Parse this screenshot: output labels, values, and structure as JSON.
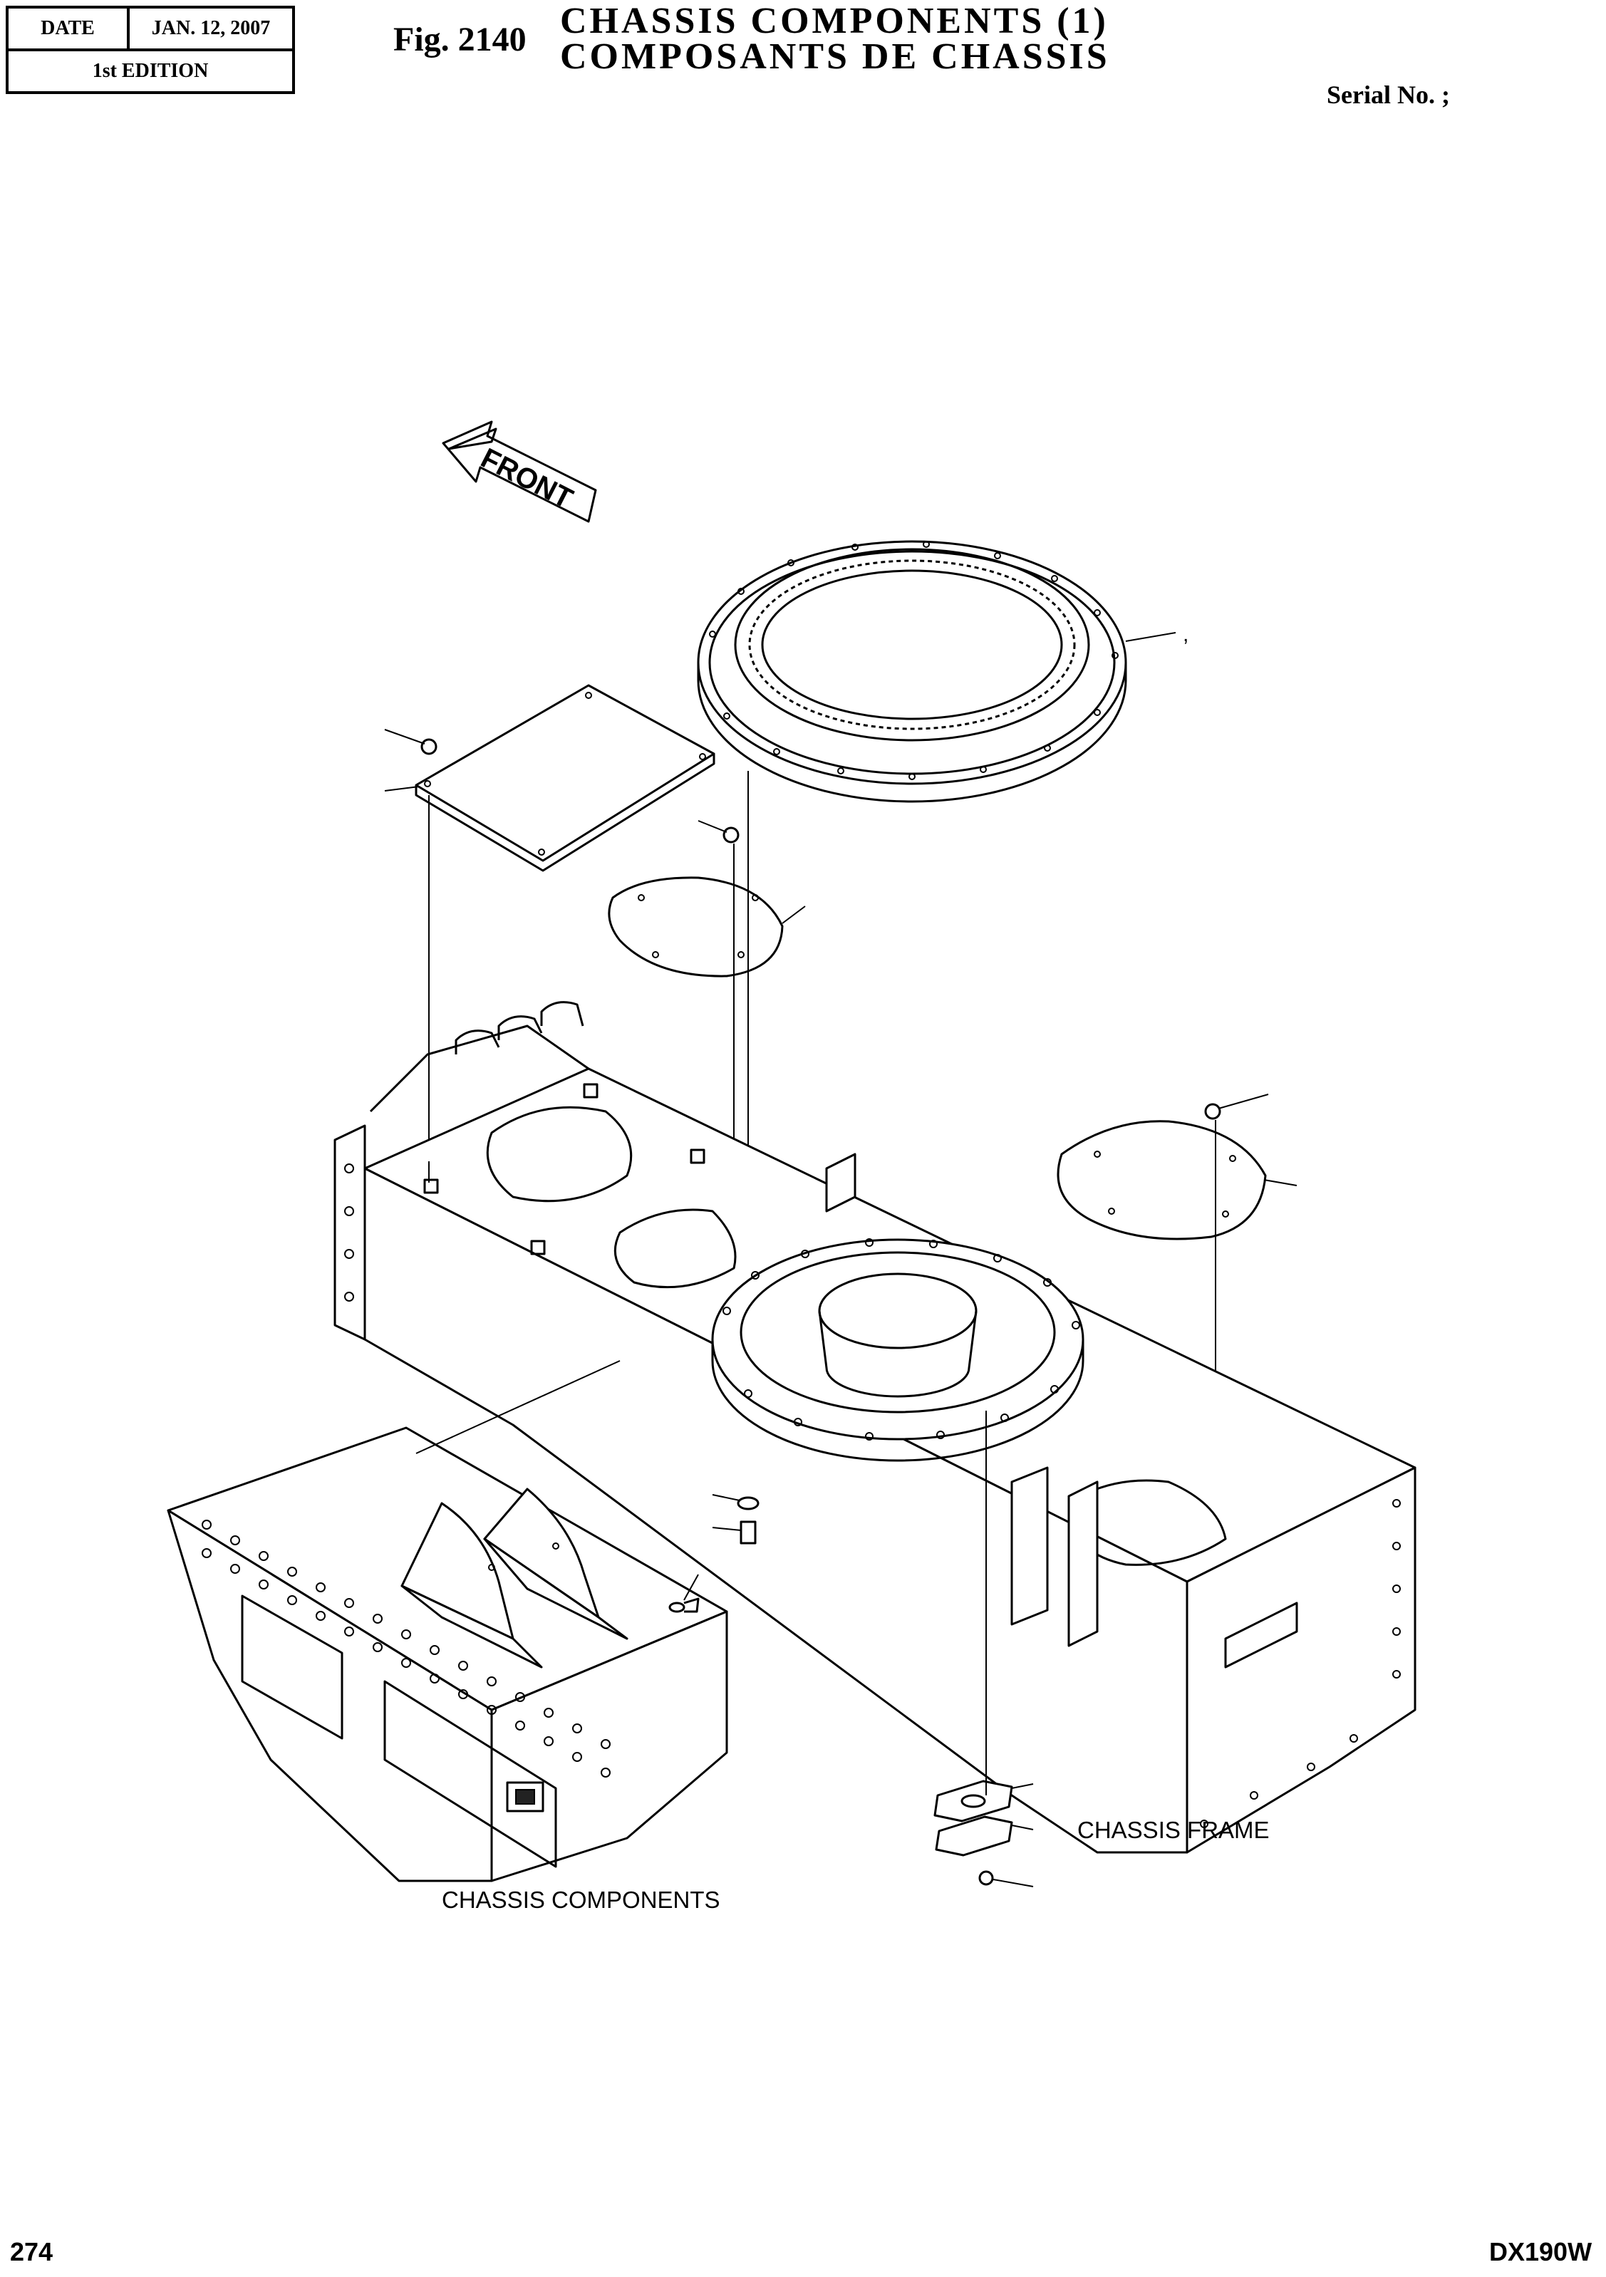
{
  "header": {
    "date_label": "DATE",
    "date_value": "JAN. 12, 2007",
    "edition": "1st EDITION",
    "fig_number": "Fig. 2140",
    "title_line1": "CHASSIS  COMPONENTS  (1)",
    "title_line2": "COMPOSANTS  DE  CHASSIS",
    "serial": "Serial No. ;"
  },
  "drawing": {
    "front_label": "FRONT",
    "ring_mark": ",",
    "caption_frame": "CHASSIS FRAME",
    "caption_components": "CHASSIS COMPONENTS"
  },
  "footer": {
    "page_number": "274",
    "model": "DX190W"
  }
}
